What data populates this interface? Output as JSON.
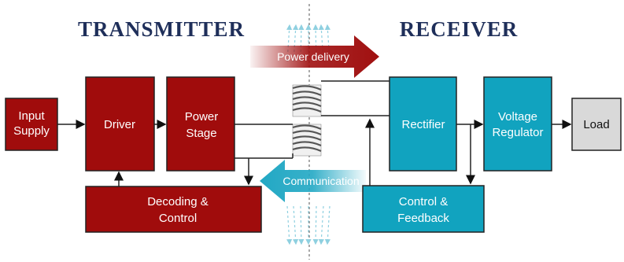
{
  "titles": {
    "transmitter": "TRANSMITTER",
    "receiver": "RECEIVER"
  },
  "arrows": {
    "power_delivery": "Power delivery",
    "communication": "Communication"
  },
  "blocks": {
    "input_supply": [
      "Input",
      "Supply"
    ],
    "driver": [
      "Driver"
    ],
    "power_stage": [
      "Power",
      "Stage"
    ],
    "decoding_control": [
      "Decoding &",
      "Control"
    ],
    "rectifier": [
      "Rectifier"
    ],
    "voltage_regulator": [
      "Voltage",
      "Regulator"
    ],
    "load": [
      "Load"
    ],
    "control_feedback": [
      "Control &",
      "Feedback"
    ]
  },
  "colors": {
    "transmitter_block": "#a00c0c",
    "receiver_block": "#11a3bf",
    "load_block": "#d9d9d9",
    "title": "#1f2f5a",
    "power_arrow": "#a01010",
    "comm_arrow": "#22a8c4"
  }
}
